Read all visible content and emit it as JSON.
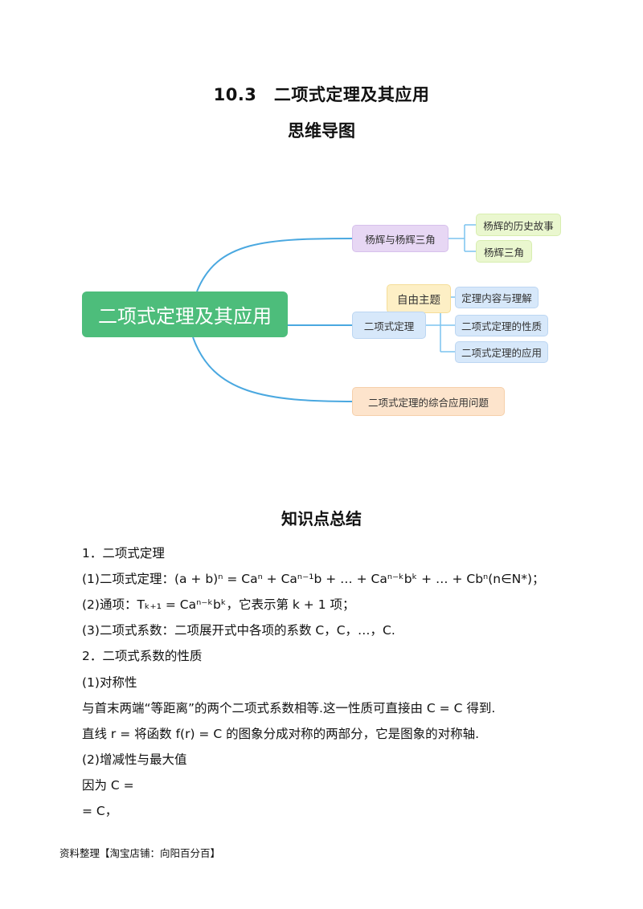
{
  "header": {
    "title": "10.3　二项式定理及其应用",
    "subtitle": "思维导图"
  },
  "mindmap": {
    "root": "二项式定理及其应用",
    "branch1": "杨辉与杨辉三角",
    "branch1_children": [
      "杨辉的历史故事",
      "杨辉三角"
    ],
    "free_topic": "自由主题",
    "branch2": "二项式定理",
    "branch2_children": [
      "定理内容与理解",
      "二项式定理的性质",
      "二项式定理的应用"
    ],
    "branch3": "二项式定理的综合应用问题",
    "colors": {
      "root": "#4dbd7b",
      "connector": "#4aa8e0",
      "purple": "#e7d7f4",
      "green": "#eaf7cf",
      "yellow": "#fdefc5",
      "blue": "#d7e8fa",
      "orange": "#fde4cc"
    }
  },
  "summary": {
    "heading": "知识点总结",
    "lines": [
      "1．二项式定理",
      "(1)二项式定理：(a + b)ⁿ = Caⁿ + Caⁿ⁻¹b + … + Caⁿ⁻ᵏbᵏ + … + Cbⁿ(n∈N*)；",
      "(2)通项：Tₖ₊₁ = Caⁿ⁻ᵏbᵏ，它表示第 k + 1 项；",
      "(3)二项式系数：二项展开式中各项的系数 C，C，…，C.",
      "2．二项式系数的性质",
      "(1)对称性",
      "与首末两端“等距离”的两个二项式系数相等.这一性质可直接由 C = C 得到.",
      "直线 r = 将函数 f(r) = C 的图象分成对称的两部分，它是图象的对称轴.",
      "(2)增减性与最大值",
      "因为 C =",
      " = C，"
    ]
  },
  "footer": "资料整理【淘宝店铺：向阳百分百】"
}
